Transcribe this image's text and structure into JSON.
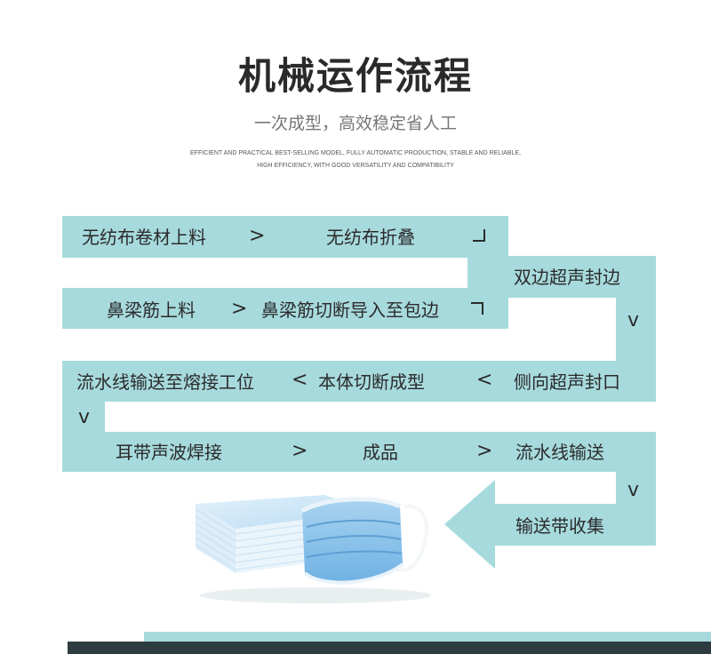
{
  "header": {
    "title": "机械运作流程",
    "subtitle": "一次成型，高效稳定省人工",
    "english_line1": "EFFICIENT AND PRACTICAL BEST-SELLING MODEL, FULLY AUTOMATIC PRODUCTION, STABLE AND RELIABLE,",
    "english_line2": "HIGH EFFICIENCY, WITH GOOD VERSATILITY AND COMPATIBILITY"
  },
  "flow": {
    "step1": "无纺布卷材上料",
    "step2": "无纺布折叠",
    "step3": "双边超声封边",
    "step4": "鼻梁筋上料",
    "step5": "鼻梁筋切断导入至包边",
    "step6": "侧向超声封口",
    "step7": "本体切断成型",
    "step8": "流水线输送至熔接工位",
    "step9": "耳带声波焊接",
    "step10": "成品",
    "step11": "流水线输送",
    "step12": "输送带收集",
    "arrow_right": ">",
    "arrow_left": "<",
    "arrow_down": "v"
  },
  "colors": {
    "band": "#a7dadd",
    "text": "#2b2b2b",
    "title": "#2a2a2a",
    "dark_bar": "#2e3b40"
  },
  "image": {
    "subject": "stack of blue disposable masks"
  }
}
